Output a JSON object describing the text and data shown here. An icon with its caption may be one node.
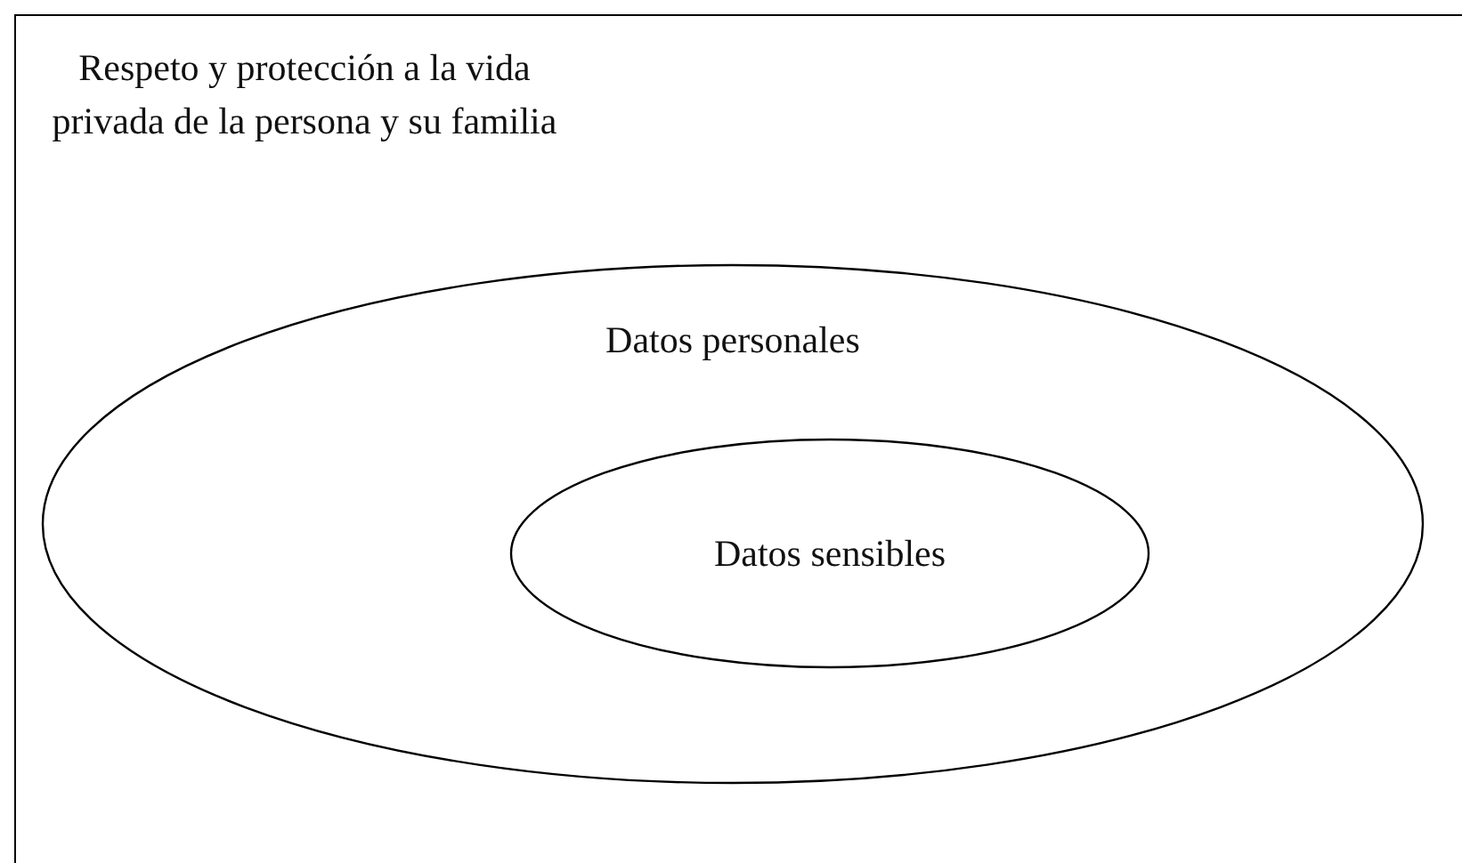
{
  "diagram": {
    "nodes": [
      {
        "text": [
          "Respeto y protección a la vida privada de la persona y su familia"
        ]
      },
      {
        "text": [
          "Datos personales"
        ],
        "in": 0
      },
      {
        "text": [
          "Datos sensibles"
        ],
        "in": 1
      }
    ]
  }
}
